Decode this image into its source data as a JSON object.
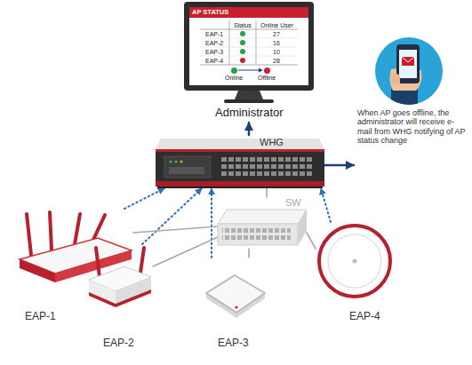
{
  "diagram": {
    "nodes": [
      {
        "text": [
          "Administrator"
        ]
      },
      {
        "text": [
          "WHG"
        ]
      },
      {
        "text": [
          "When AP goes offline, the administrator will receive e-mail from WHG notifying of AP status change"
        ]
      },
      {
        "text": [
          "SW"
        ]
      },
      {
        "text": [
          "EAP-1"
        ]
      },
      {
        "text": [
          "EAP-2"
        ]
      },
      {
        "text": [
          "EAP-3"
        ]
      },
      {
        "text": [
          "EAP-4"
        ]
      }
    ],
    "edges": [
      {
        "from": 1,
        "to": 0,
        "arrow": "to"
      },
      {
        "from": 1,
        "to": 2,
        "arrow": "to"
      },
      {
        "from": 4,
        "to": 1,
        "arrow": "to"
      },
      {
        "from": 5,
        "to": 1,
        "arrow": "to"
      },
      {
        "from": 6,
        "to": 1,
        "arrow": "to"
      },
      {
        "from": 7,
        "to": 1,
        "arrow": "to"
      },
      {
        "from": 1,
        "to": 3,
        "arrow": "none"
      },
      {
        "from": 3,
        "to": 4,
        "arrow": "none"
      },
      {
        "from": 3,
        "to": 5,
        "arrow": "none"
      },
      {
        "from": 3,
        "to": 6,
        "arrow": "none"
      },
      {
        "from": 3,
        "to": 7,
        "arrow": "none"
      }
    ],
    "labels": [
      "AP STATUS",
      "Status",
      "Online User",
      "EAP-1",
      "27",
      "EAP-2",
      "16",
      "EAP-3",
      "10",
      "EAP-4",
      "28"
    ],
    "legend": [
      {
        "text": "Online",
        "color": "#22a34a"
      },
      {
        "text": "Offline",
        "color": "#d0202f"
      }
    ]
  }
}
